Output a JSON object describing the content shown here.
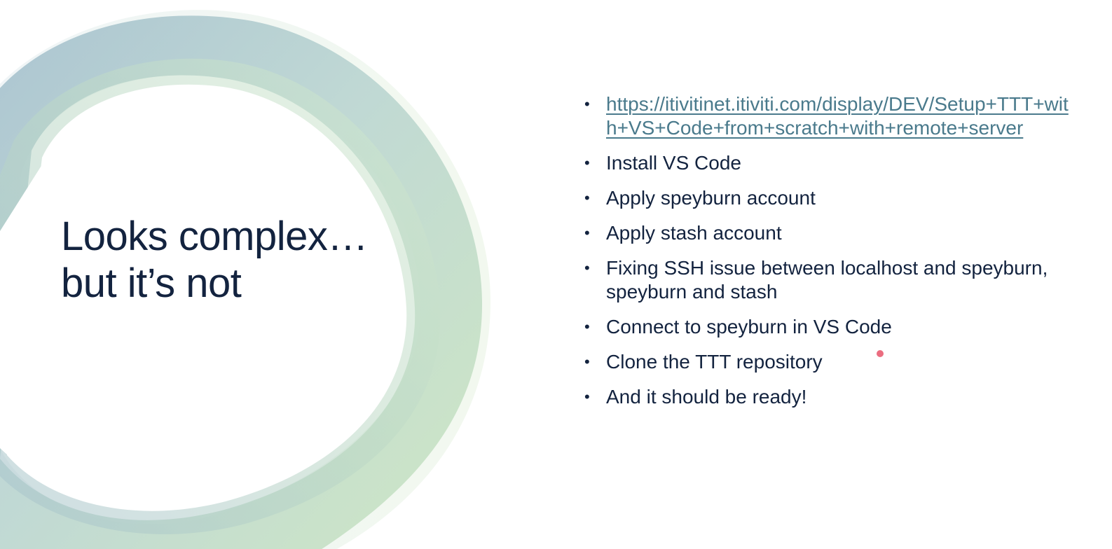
{
  "slide": {
    "title": "Looks complex…but it’s not",
    "bullets": [
      {
        "type": "link",
        "text": "https://itivitinet.itiviti.com/display/DEV/Setup+TTT+with+VS+Code+from+scratch+with+remote+server"
      },
      {
        "type": "text",
        "text": "Install VS Code"
      },
      {
        "type": "text",
        "text": "Apply speyburn account"
      },
      {
        "type": "text",
        "text": "Apply stash account"
      },
      {
        "type": "text",
        "text": "Fixing SSH issue between localhost and speyburn, speyburn and stash"
      },
      {
        "type": "text",
        "text": "Connect to speyburn in VS Code"
      },
      {
        "type": "text",
        "text": "Clone the TTT repository"
      },
      {
        "type": "text",
        "text": "And it should be ready!"
      }
    ],
    "bullet_glyph": "•"
  },
  "colors": {
    "title": "#13233f",
    "body_text": "#13233f",
    "link": "#4a7a8c",
    "ring_blue": "#a9c3cf",
    "ring_green": "#c7e2bf",
    "pointer": "#e8546a"
  },
  "decoration": {
    "ring": "gradient-ring-shape",
    "pointer": "laser-pointer-dot"
  }
}
